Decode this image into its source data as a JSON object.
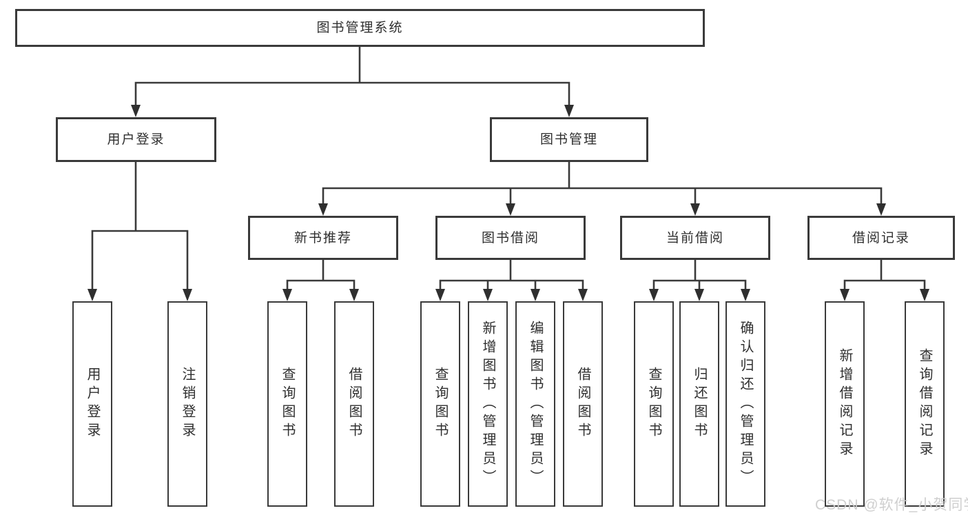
{
  "diagram": {
    "root": {
      "label": "图书管理系统"
    },
    "level2": {
      "user_login": {
        "label": "用户登录"
      },
      "book_management": {
        "label": "图书管理"
      }
    },
    "level3": {
      "new_book_recommendation": {
        "label": "新书推荐"
      },
      "book_borrowing": {
        "label": "图书借阅"
      },
      "current_borrowing": {
        "label": "当前借阅"
      },
      "borrowing_records": {
        "label": "借阅记录"
      }
    },
    "leaves": {
      "user_login": [
        "用户登录",
        "注销登录"
      ],
      "new_book_recommendation": [
        "查询图书",
        "借阅图书"
      ],
      "book_borrowing": [
        "查询图书",
        "新增图书（管理员）",
        "编辑图书（管理员）",
        "借阅图书"
      ],
      "current_borrowing": [
        "查询图书",
        "归还图书",
        "确认归还（管理员）"
      ],
      "borrowing_records": [
        "新增借阅记录",
        "查询借阅记录"
      ]
    }
  },
  "watermark": {
    "text": "CSDN @软件_小贺同学"
  },
  "colors": {
    "line": "#3a3a3a",
    "border": "#3a3a3a",
    "arrow": "#2f2f2f",
    "text": "#2f2f2f",
    "background": "#ffffff",
    "watermark": "#cdcdcd"
  }
}
